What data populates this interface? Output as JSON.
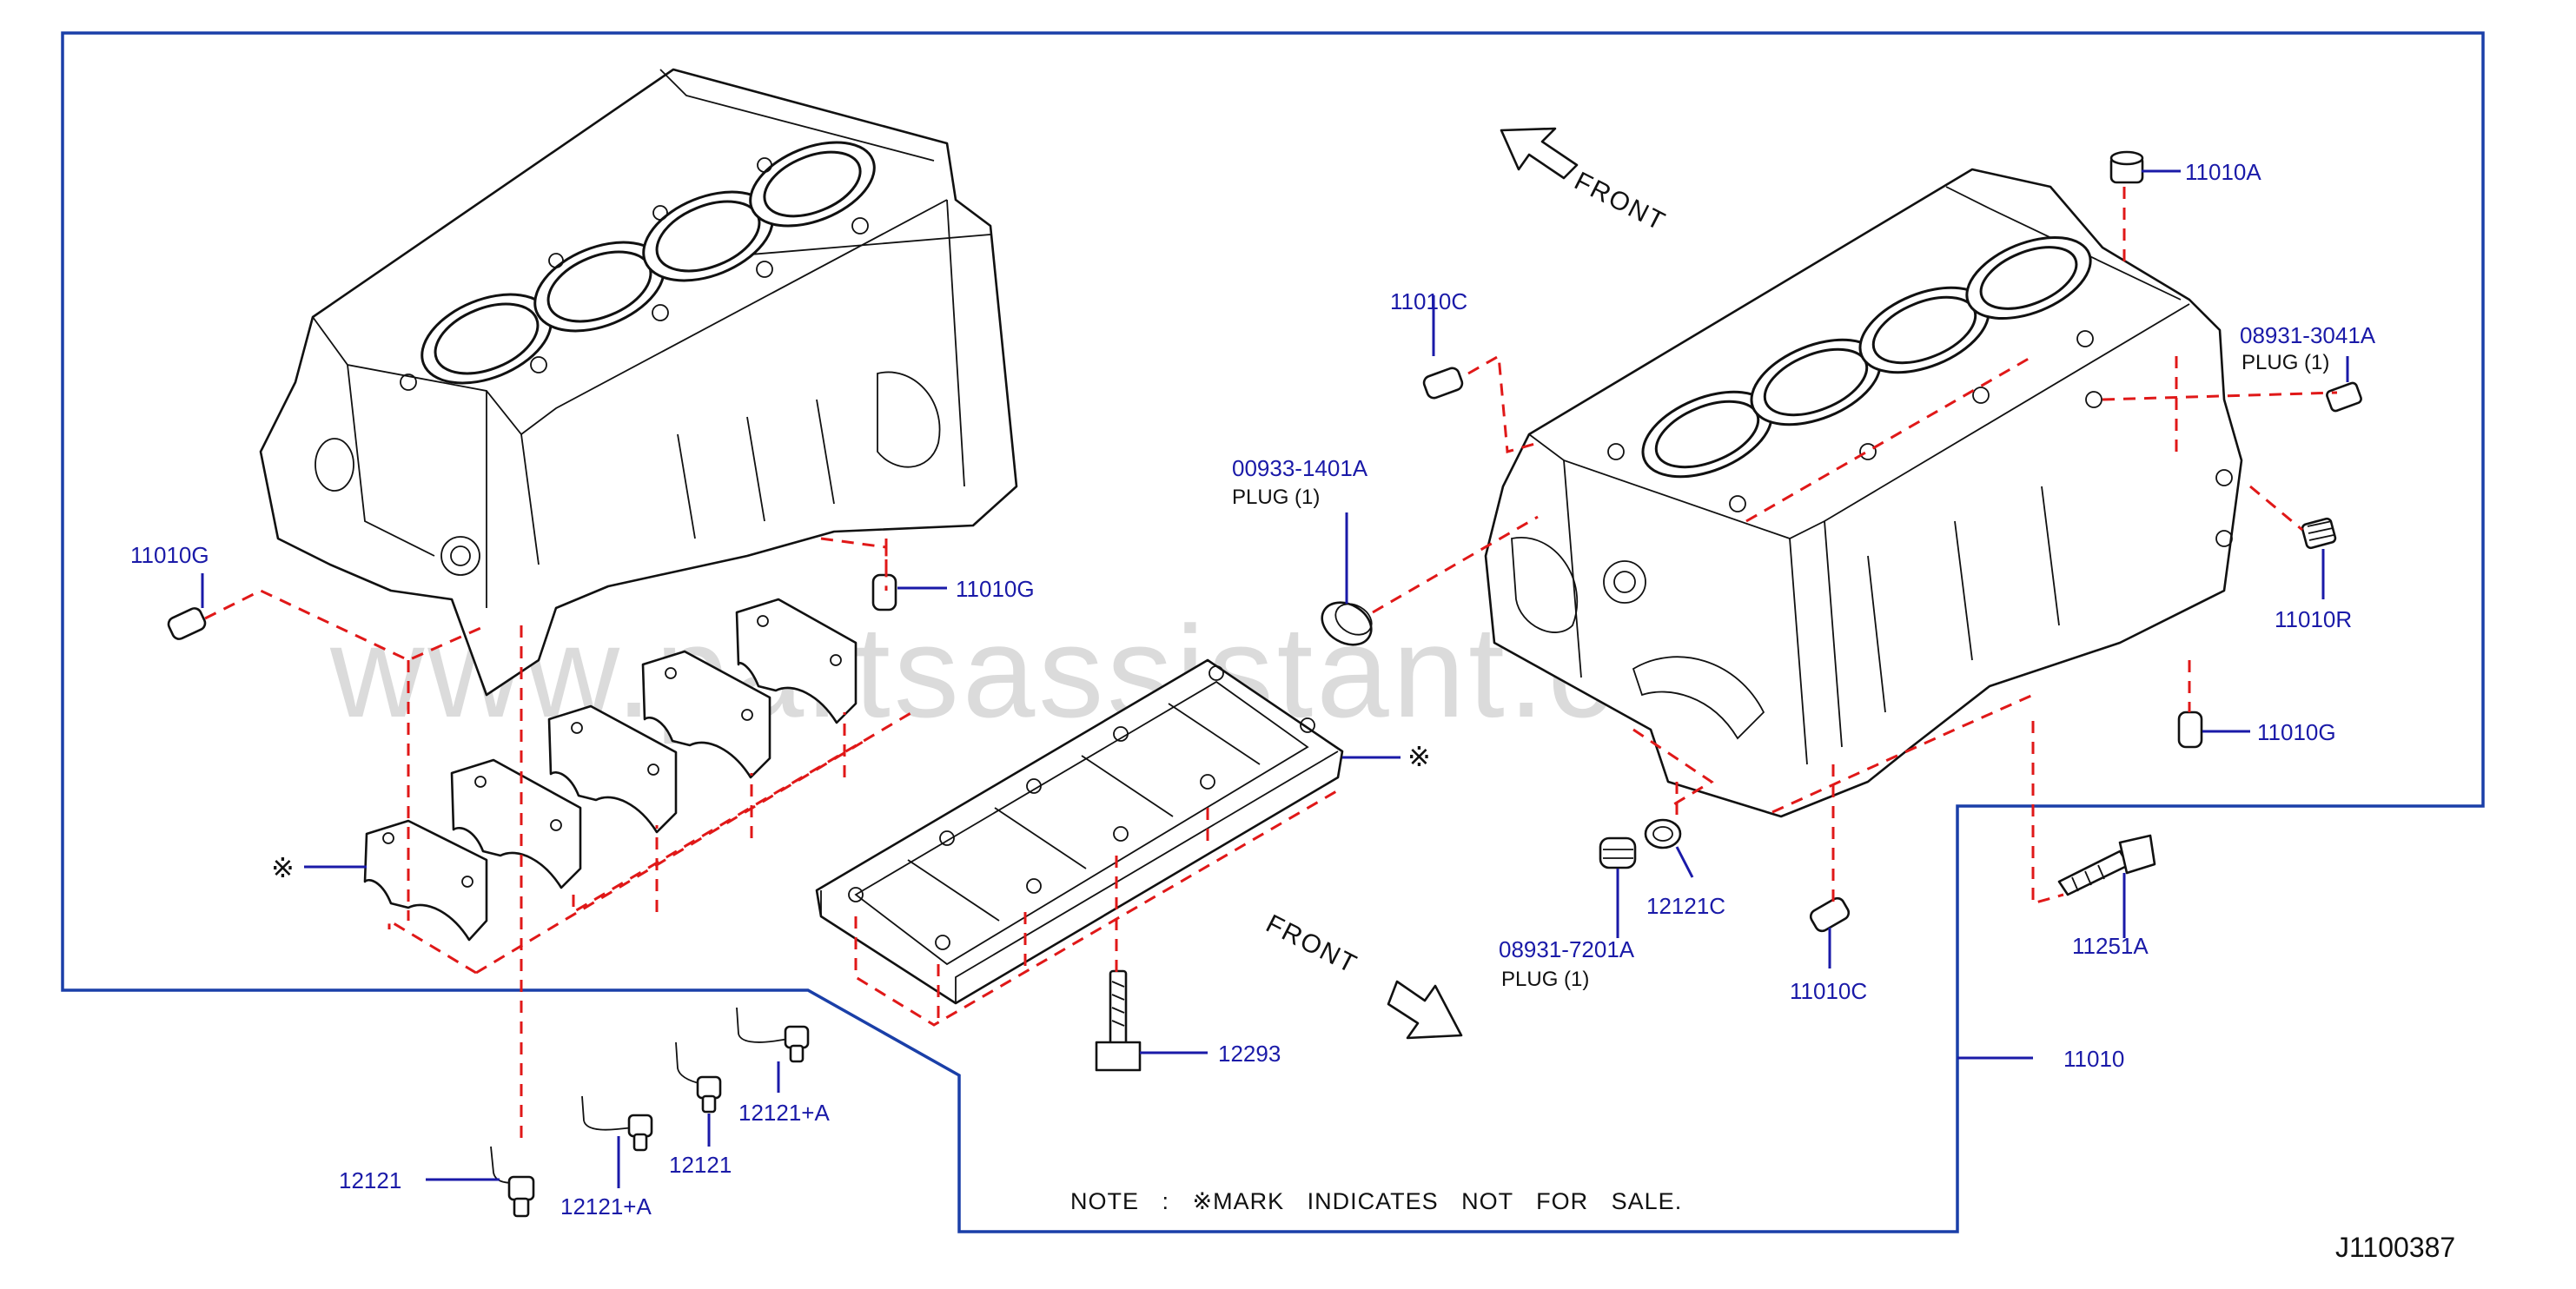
{
  "watermark": "www.partsassistant.com",
  "diagram_code": "J1100387",
  "note": "NOTE : ※MARK  INDICATES  NOT  FOR  SALE.",
  "front_label_top": "FRONT",
  "front_label_bottom": "FRONT",
  "not_for_sale_mark": "※",
  "parts": {
    "p11010A": "11010A",
    "p11010C_top": "11010C",
    "p11010C_bottom": "11010C",
    "p11010G_left": "11010G",
    "p11010G_mid": "11010G",
    "p11010G_right": "11010G",
    "p11010R": "11010R",
    "p11010": "11010",
    "p00933": "00933-1401A",
    "p08931_3041": "08931-3041A",
    "p08931_7201": "08931-7201A",
    "p12121C": "12121C",
    "p11251A": "11251A",
    "p12293": "12293",
    "p12121_a": "12121",
    "p12121_b": "12121",
    "p12121A_a": "12121+A",
    "p12121A_b": "12121+A"
  },
  "plug_notes": {
    "plug_00933": "PLUG     (1)",
    "plug_3041": "PLUG     (1)",
    "plug_7201": "PLUG     (1)"
  },
  "colors": {
    "label_blue": "#1a1aa8",
    "frame_blue": "#1a3fa8",
    "dash_red": "#e01818",
    "ink": "#111111"
  }
}
